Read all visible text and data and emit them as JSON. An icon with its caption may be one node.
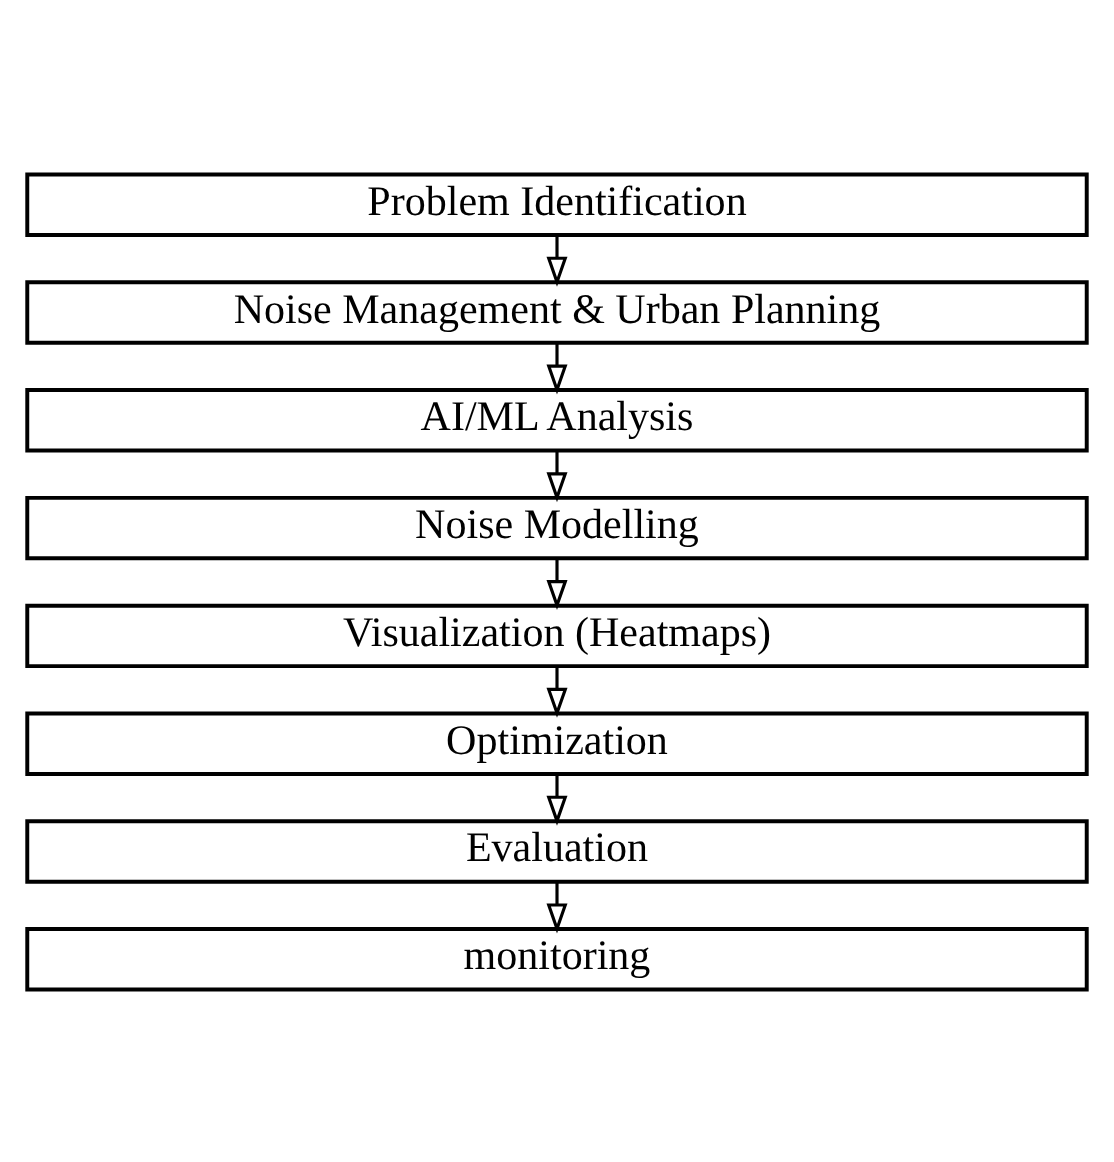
{
  "diagram": {
    "nodes": [
      {
        "text": [
          "Problem Identification"
        ]
      },
      {
        "text": [
          "Noise Management & Urban Planning"
        ]
      },
      {
        "text": [
          "AI/ML Analysis"
        ]
      },
      {
        "text": [
          "Noise Modelling"
        ]
      },
      {
        "text": [
          "Visualization (Heatmaps)"
        ]
      },
      {
        "text": [
          "Optimization"
        ]
      },
      {
        "text": [
          "Evaluation"
        ]
      },
      {
        "text": [
          "monitoring"
        ]
      }
    ],
    "edges": [
      {
        "from": 0,
        "to": 1,
        "arrow": "to"
      },
      {
        "from": 1,
        "to": 2,
        "arrow": "to"
      },
      {
        "from": 2,
        "to": 3,
        "arrow": "to"
      },
      {
        "from": 3,
        "to": 4,
        "arrow": "to"
      },
      {
        "from": 4,
        "to": 5,
        "arrow": "to"
      },
      {
        "from": 5,
        "to": 6,
        "arrow": "to"
      },
      {
        "from": 6,
        "to": 7,
        "arrow": "to"
      }
    ]
  }
}
